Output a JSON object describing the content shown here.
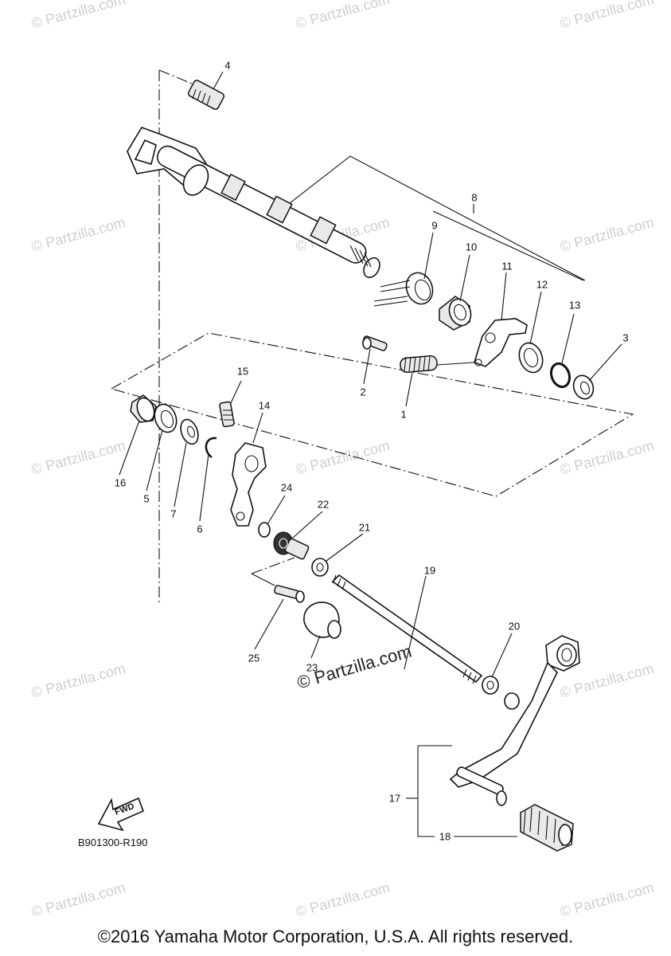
{
  "watermark_text": "© Partzilla.com",
  "center_watermark": "© Partzilla.com",
  "diagram_code": "B901300-R190",
  "fwd_label": "FWD",
  "copyright": "©2016 Yamaha Motor Corporation, U.S.A. All rights reserved.",
  "callouts": {
    "c1": "1",
    "c2": "2",
    "c3": "3",
    "c4": "4",
    "c5": "5",
    "c6": "6",
    "c7": "7",
    "c8": "8",
    "c9": "9",
    "c10": "10",
    "c11": "11",
    "c12": "12",
    "c13": "13",
    "c14": "14",
    "c15": "15",
    "c16": "16",
    "c17": "17",
    "c18": "18",
    "c19": "19",
    "c20": "20",
    "c21": "21",
    "c22": "22",
    "c23": "23",
    "c24": "24",
    "c25": "25"
  }
}
